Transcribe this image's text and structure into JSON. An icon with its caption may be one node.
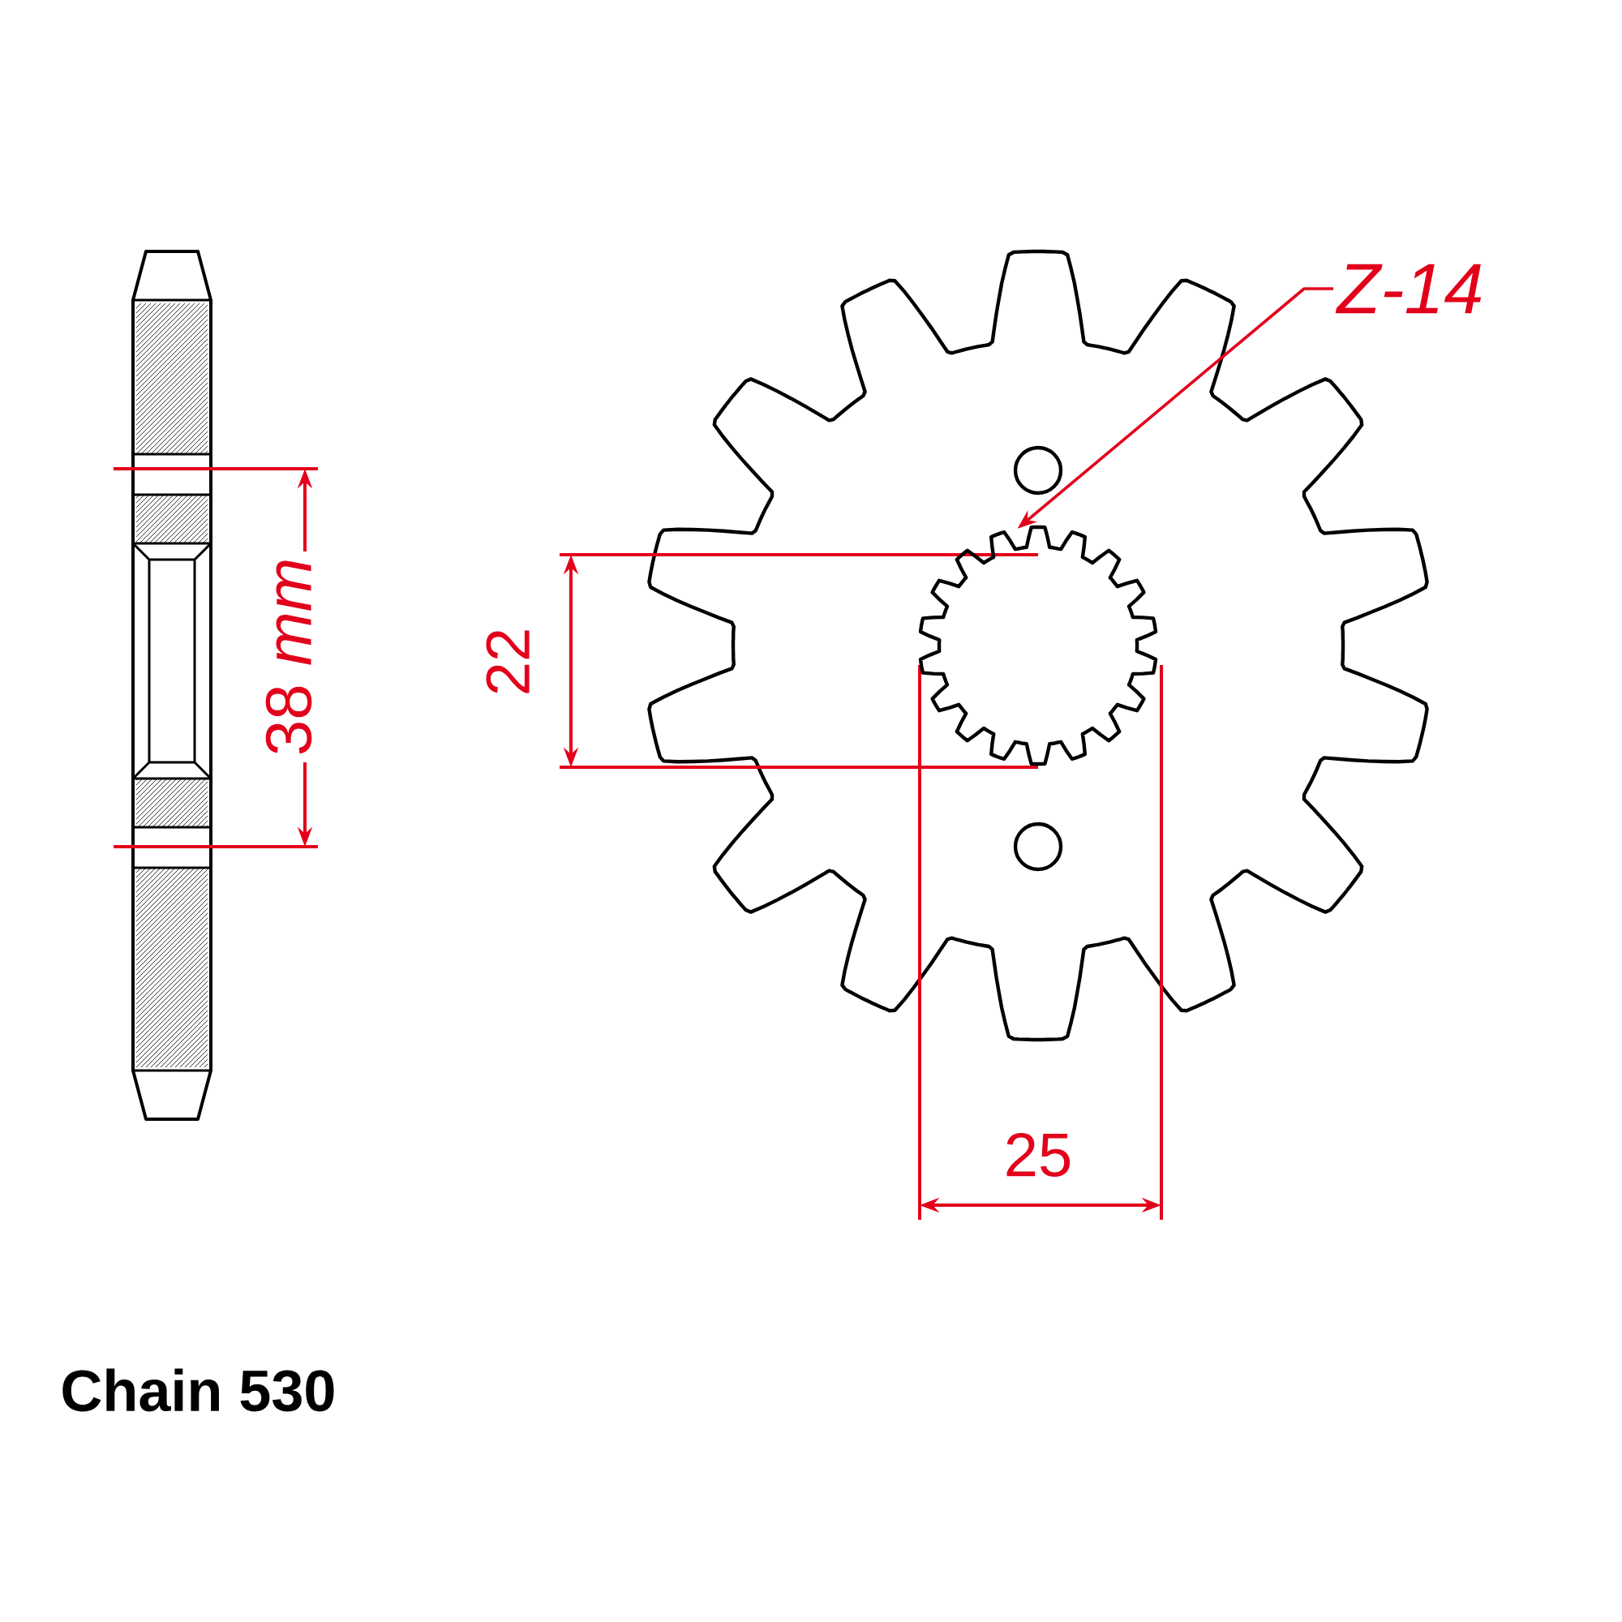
{
  "diagram": {
    "nodes": [
      {
        "text": [
          "Z-14"
        ]
      },
      {
        "text": [],
        "shape": "gear"
      }
    ],
    "edges": [
      {
        "from": 0,
        "to": 1,
        "arrow": "to"
      }
    ],
    "labels": [
      "38 *mm*",
      "22",
      "25",
      "Chain 530"
    ]
  }
}
